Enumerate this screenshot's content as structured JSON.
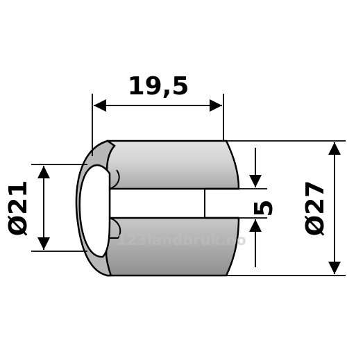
{
  "drawing": {
    "title": "",
    "dimensions": {
      "length": "19,5",
      "inner_diameter": "Ø21",
      "outer_diameter": "Ø27",
      "slot_width": "5"
    },
    "watermark": "123landbruk.no",
    "colors": {
      "line": "#000000",
      "body_light": "#d9d9d9",
      "body_mid": "#bdbdbd",
      "body_dark": "#8f8f8f",
      "background": "#ffffff"
    }
  }
}
